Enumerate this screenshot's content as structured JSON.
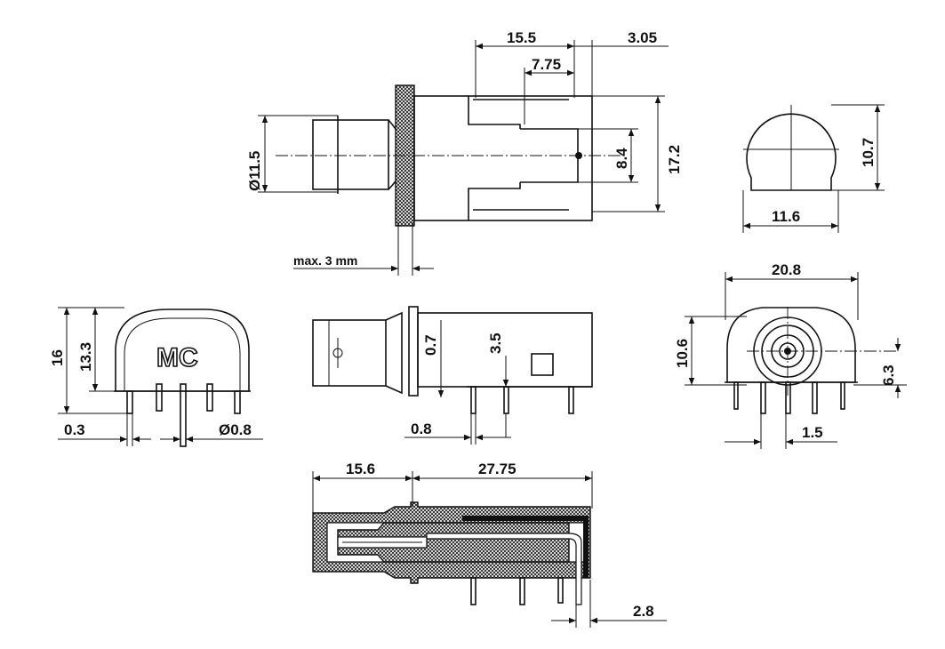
{
  "dims": {
    "d_15_5": "15.5",
    "d_3_05": "3.05",
    "d_7_75": "7.75",
    "d_8_4": "8.4",
    "d_17_2": "17.2",
    "d_dia_11_5": "Ø11.5",
    "d_10_7": "10.7",
    "d_11_6": "11.6",
    "d_max3": "max. 3 mm",
    "d_16": "16",
    "d_13_3": "13.3",
    "d_0_3": "0.3",
    "d_dia_0_8": "Ø0.8",
    "d_0_7": "0.7",
    "d_3_5": "3.5",
    "d_0_8": "0.8",
    "d_20_8": "20.8",
    "d_10_6": "10.6",
    "d_6_3": "6.3",
    "d_1_5": "1.5",
    "d_15_6": "15.6",
    "d_27_75": "27.75",
    "d_2_8": "2.8"
  },
  "logo_text": "MC"
}
